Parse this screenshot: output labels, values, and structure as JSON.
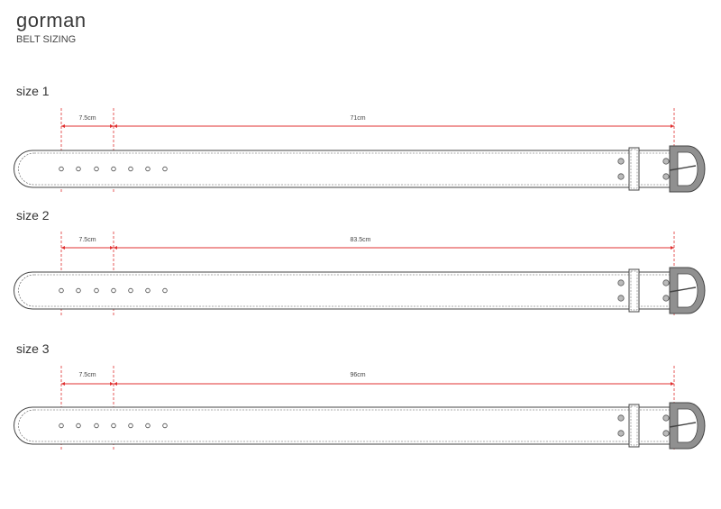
{
  "header": {
    "brand": "gorman",
    "subtitle": "BELT SIZING"
  },
  "colors": {
    "dimension_line": "#e03030",
    "belt_outline": "#444444",
    "buckle_fill": "#909090",
    "eyelet_fill": "#bbbbbb"
  },
  "belts": [
    {
      "label": "size 1",
      "hole_spacing": "7.5cm",
      "length": "71cm"
    },
    {
      "label": "size 2",
      "hole_spacing": "7.5cm",
      "length": "83.5cm"
    },
    {
      "label": "size 3",
      "hole_spacing": "7.5cm",
      "length": "96cm"
    }
  ]
}
